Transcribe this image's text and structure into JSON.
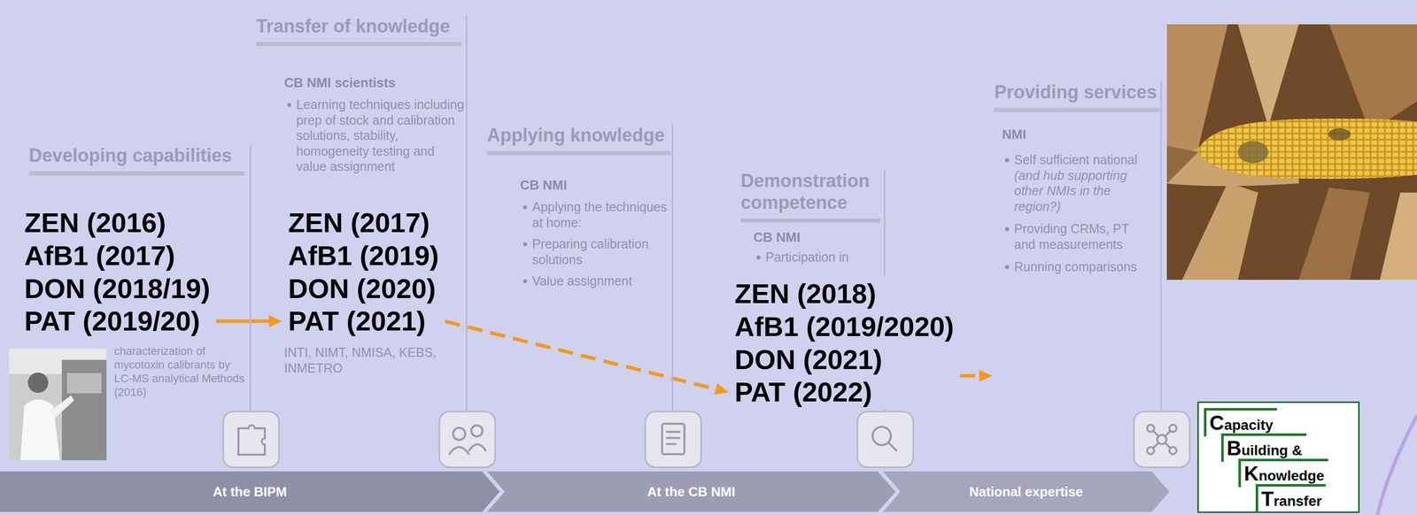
{
  "diagram": {
    "nodes": [
      {
        "text": [
          "Developing capabilities",
          "characterization of mycotoxin calibrants by LC-MS analytical Methods (2016)"
        ]
      },
      {
        "text": [
          "ZEN (2016)",
          "AfB1 (2017)",
          "DON (2018/19)",
          "PAT (2019/20)"
        ]
      },
      {
        "text": [
          "Transfer of knowledge",
          "CB NMI scientists",
          "Learning techniques including prep of stock and calibration solutions, stability, homogeneity testing and value assignment",
          "INTI, NIMT, NMISA, KEBS, INMETRO"
        ]
      },
      {
        "text": [
          "ZEN (2017)",
          "AfB1 (2019)",
          "DON (2020)",
          "PAT (2021)"
        ]
      },
      {
        "text": [
          "Applying knowledge",
          "CB NMI",
          "Applying the techniques at home:",
          "Preparing calibration solutions",
          "Value assignment"
        ]
      },
      {
        "text": [
          "Demonstration competence",
          "CB NMI",
          "Participation in"
        ]
      },
      {
        "text": [
          "ZEN (2018)",
          "AfB1 (2019/2020)",
          "DON (2021)",
          "PAT (2022)"
        ]
      },
      {
        "text": [
          "Providing services",
          "NMI",
          "Self sufficient national",
          "(and hub supporting other NMIs in the region?)",
          "Providing CRMs, PT and measurements",
          "Running comparisons"
        ]
      },
      {
        "text": [
          "At the BIPM"
        ]
      },
      {
        "text": [
          "At the CB NMI"
        ]
      },
      {
        "text": [
          "National expertise"
        ]
      },
      {
        "text": [
          "Capacity",
          "Building &",
          "Knowledge",
          "Transfer"
        ]
      }
    ],
    "edges": [
      {
        "from": 1,
        "to": 3,
        "arrow": "to"
      },
      {
        "from": 3,
        "to": 6,
        "arrow": "to"
      },
      {
        "from": 6,
        "to": 7,
        "arrow": "to"
      }
    ]
  }
}
